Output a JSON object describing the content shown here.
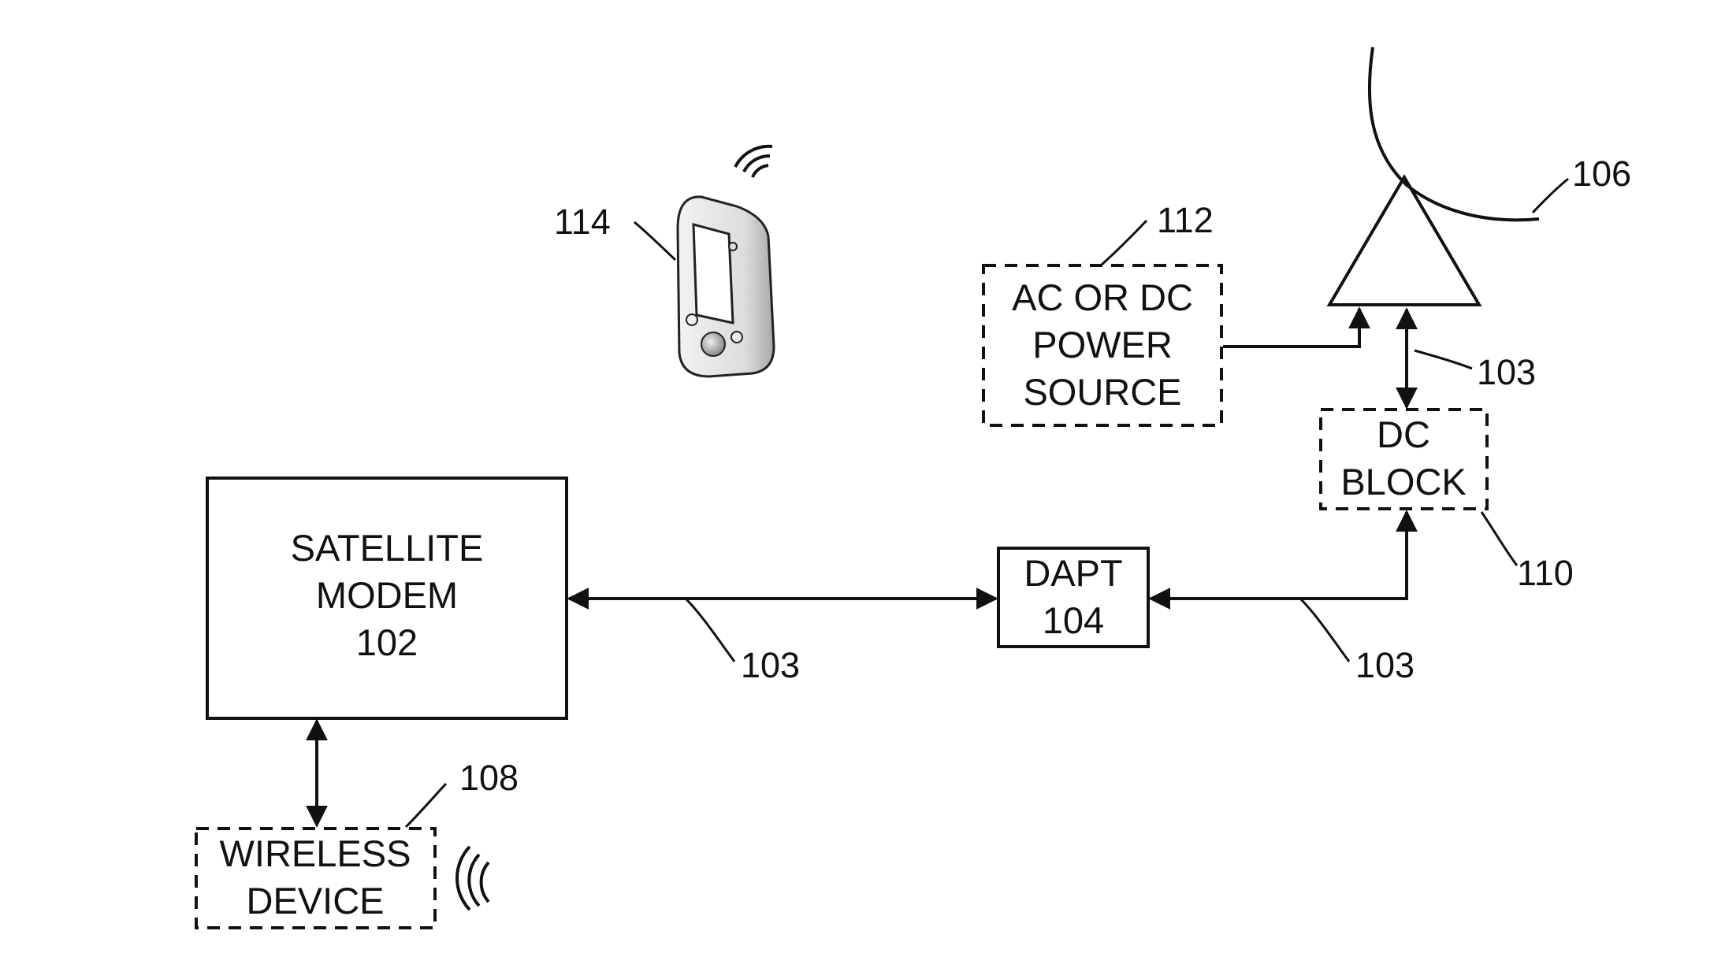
{
  "diagram": {
    "boxes": {
      "satellite_modem": {
        "lines": [
          "SATELLITE",
          "MODEM",
          "102"
        ]
      },
      "dapt": {
        "lines": [
          "DAPT",
          "104"
        ]
      },
      "power_source": {
        "lines": [
          "AC OR DC",
          "POWER",
          "SOURCE"
        ]
      },
      "dc_block": {
        "lines": [
          "DC",
          "BLOCK"
        ]
      },
      "wireless_device": {
        "lines": [
          "WIRELESS",
          "DEVICE"
        ]
      }
    },
    "reference_labels": {
      "cable_modem_dapt": "103",
      "cable_dapt_dcblock": "103",
      "cable_lnb": "103",
      "dish": "106",
      "wireless_device": "108",
      "dc_block": "110",
      "power_source": "112",
      "handheld": "114"
    },
    "colors": {
      "stroke": "#111111",
      "background": "#ffffff"
    },
    "icons": [
      "satellite-dish-icon",
      "lnb-amplifier-icon",
      "handheld-device-icon",
      "wireless-signal-icon"
    ]
  }
}
